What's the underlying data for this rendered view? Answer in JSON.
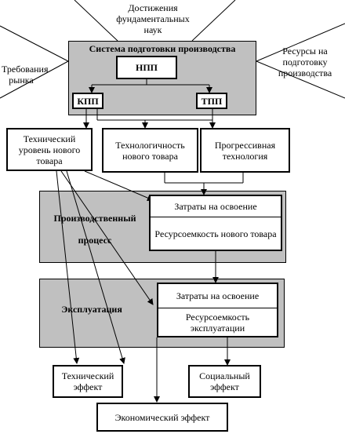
{
  "diagram": {
    "top_factor": "Достижения фундаментальных наук",
    "left_factor": "Требования рынка",
    "right_factor": "Ресурсы на подготовку производства",
    "system_title": "Система подготовки производства",
    "npp": "НПП",
    "kpp": "КПП",
    "tpp": "ТПП",
    "tech_level": "Технический уровень нового товара",
    "technologicity": "Технологичность нового товара",
    "progressive_tech": "Прогрессивная технология",
    "production_process": "Производственный процесс",
    "prod_costs": "Затраты на освоение",
    "prod_resource": "Ресурсоемкость нового товара",
    "exploitation": "Эксплуатация",
    "expl_costs": "Затраты на освоение",
    "expl_resource": "Ресурсоемкость эксплуатации",
    "technical_effect": "Технический эффект",
    "social_effect": "Социальный эффект",
    "economic_effect": "Экономический эффект"
  }
}
